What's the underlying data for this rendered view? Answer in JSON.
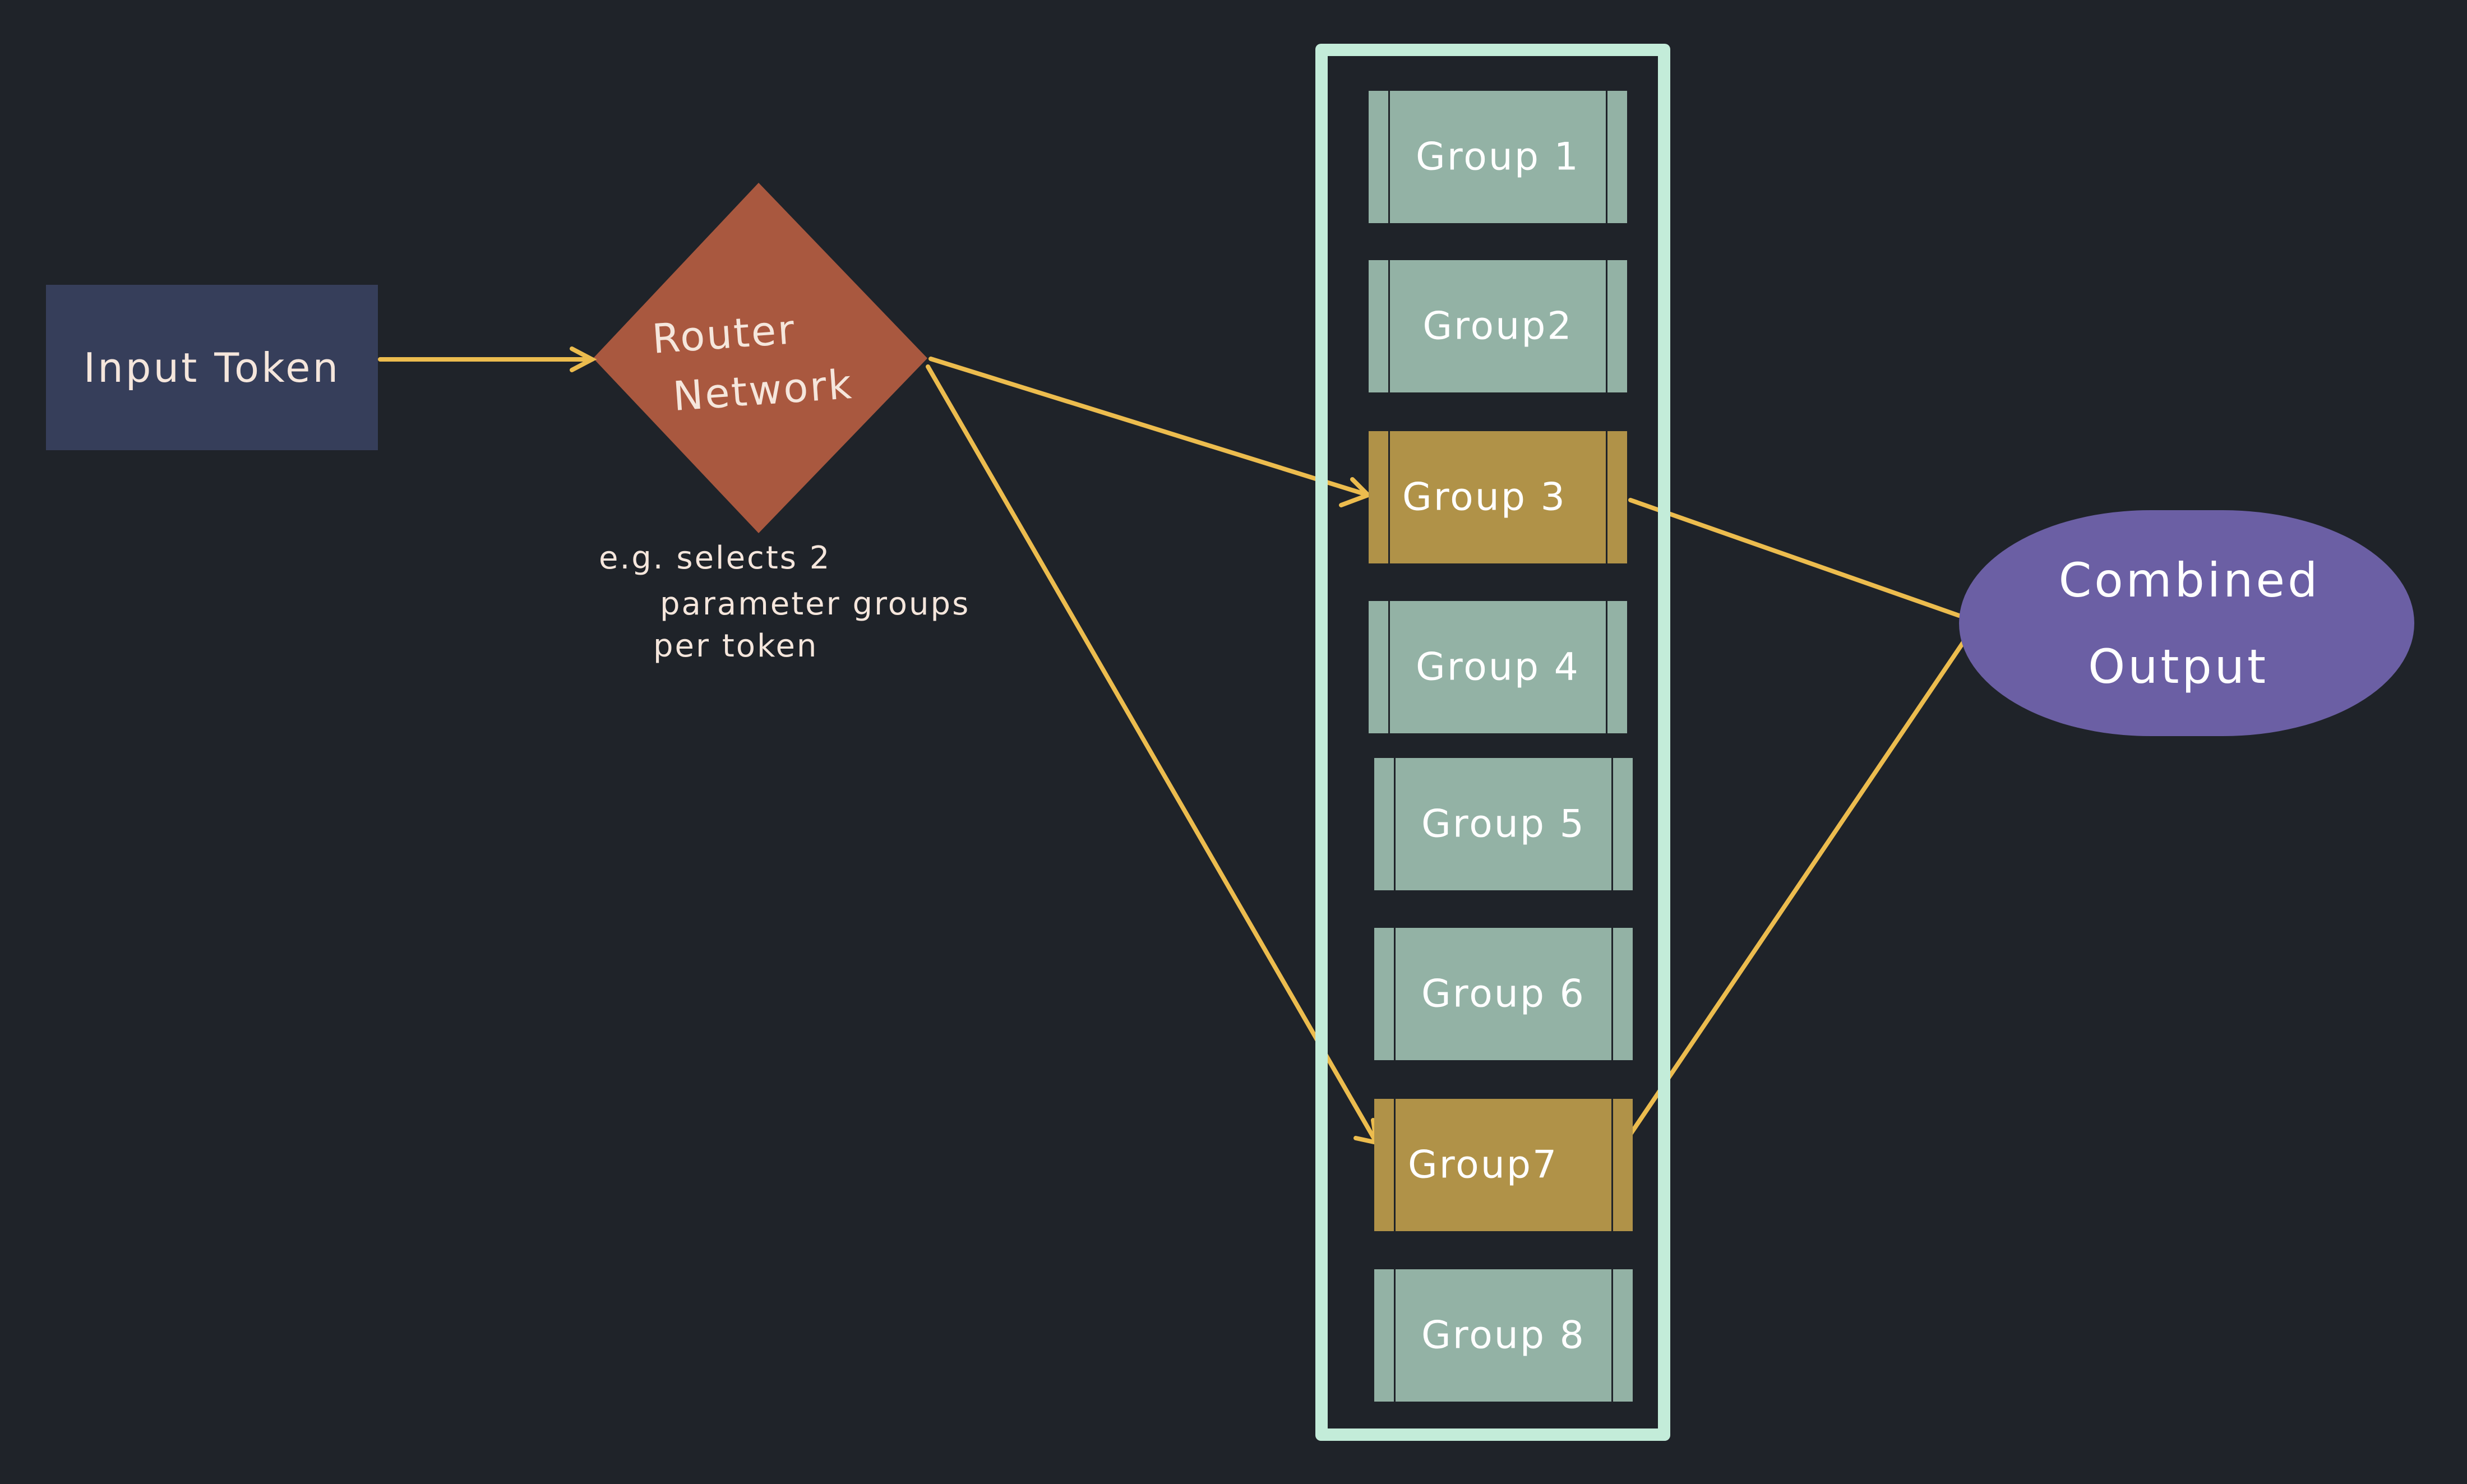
{
  "diagram": {
    "input": {
      "label": "Input Token"
    },
    "router": {
      "line1": "Router",
      "line2": "Network"
    },
    "router_note": {
      "line1": "e.g. selects 2",
      "line2": "parameter groups",
      "line3": "per token"
    },
    "groups": [
      {
        "label": "Group 1",
        "selected": false
      },
      {
        "label": "Group2",
        "selected": false
      },
      {
        "label": "Group 3",
        "selected": true
      },
      {
        "label": "Group 4",
        "selected": false
      },
      {
        "label": "Group 5",
        "selected": false
      },
      {
        "label": "Group 6",
        "selected": false
      },
      {
        "label": "Group7",
        "selected": true
      },
      {
        "label": "Group 8",
        "selected": false
      }
    ],
    "output": {
      "line1": "Combined",
      "line2": "Output"
    },
    "edges": [
      {
        "from": "Input Token",
        "to": "Router Network",
        "arrow": true
      },
      {
        "from": "Router Network",
        "to": "Group 3",
        "arrow": true
      },
      {
        "from": "Router Network",
        "to": "Group7",
        "arrow": true
      },
      {
        "from": "Group 3",
        "to": "Combined Output",
        "arrow": false
      },
      {
        "from": "Group7",
        "to": "Combined Output",
        "arrow": false
      }
    ]
  },
  "colors": {
    "background": "#1f2329",
    "input": "#363e5a",
    "router": "#a9583f",
    "group": "#93b2a5",
    "group_selected": "#b09248",
    "container_border": "#c3ecd9",
    "output": "#6b5fa4",
    "edge": "#ecbc4e",
    "text_light": "#f5e6dc",
    "text_white": "#ffffff"
  }
}
